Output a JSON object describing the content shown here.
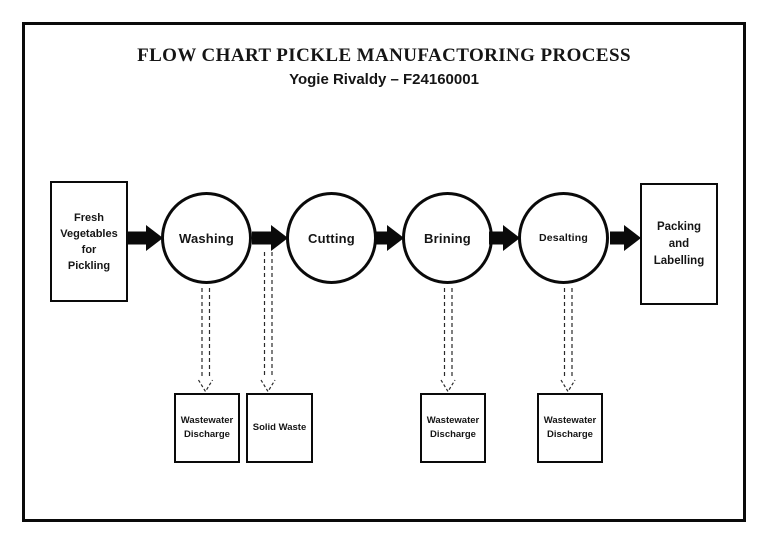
{
  "header": {
    "title": "FLOW CHART PICKLE MANUFACTORING PROCESS",
    "author": "Yogie Rivaldy – F24160001"
  },
  "flow": {
    "input": {
      "name": "Fresh Vegetables for Pickling",
      "lines": [
        "Fresh",
        "Vegetables",
        "for",
        "Pickling"
      ]
    },
    "steps": [
      {
        "label": "Washing"
      },
      {
        "label": "Cutting"
      },
      {
        "label": "Brining"
      },
      {
        "label": "Desalting"
      }
    ],
    "output": {
      "name": "Packing and Labelling",
      "lines": [
        "Packing",
        "and",
        "Labelling"
      ]
    }
  },
  "byproducts": [
    {
      "line1": "Wastewater",
      "line2": "Discharge",
      "source": "Washing"
    },
    {
      "line1": "Solid Waste",
      "line2": "",
      "source": "Cutting"
    },
    {
      "line1": "Wastewater",
      "line2": "Discharge",
      "source": "Brining"
    },
    {
      "line1": "Wastewater",
      "line2": "Discharge",
      "source": "Desalting"
    }
  ],
  "colors": {
    "ink": "#0a0a0a",
    "paper": "#ffffff"
  }
}
